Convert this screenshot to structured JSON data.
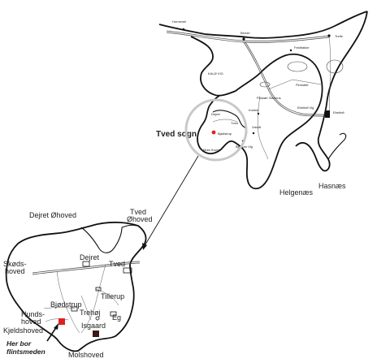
{
  "overview": {
    "places": {
      "hornsmel": "Hornsmel",
      "bende": "Bende",
      "trelle": "Trelle",
      "feldbakke": "Feldbakke",
      "kalo_vig": "KALØ VIG",
      "pinmolle": "Pinmølle",
      "poskaer_stenhus": "Poskær Stenhus",
      "knebel": "Knebel",
      "ebeltoft_vig": "Ebeltoft Vig",
      "ebeltoft": "Ebeltoft",
      "dejret": "Dejret",
      "tved": "Tved",
      "bjodstrup": "Bjødstrup",
      "mols_hoved": "Mols Hoved",
      "vistoft": "Vistoft",
      "bjerrum_vig": "Bjerrum Vig",
      "tved_sogn": "Tved sogn",
      "hasnaes": "Hasnæs",
      "helgenaes": "Helgenæs"
    }
  },
  "detail": {
    "places": {
      "dejret_oehoved": "Dejret Øhoved",
      "tved_oehoved_1": "Tved",
      "tved_oehoved_2": "Øhoved",
      "dejret": "Dejret",
      "tved": "Tved",
      "skods_1": "Skøds-",
      "skods_2": "hoved",
      "tillerup": "Tillerup",
      "bjodstrup": "Bjødstrup",
      "trehoj": "Trehøj",
      "eg": "Eg",
      "hunds_1": "Hunds-",
      "hunds_2": "hoved",
      "kjeldshoved": "Kjeldshoved",
      "isgaard": "Isgaard",
      "molshoved": "Molshoved"
    },
    "note_line1": "Her bor",
    "note_line2": "flintsmeden"
  },
  "colors": {
    "marker_red": "#e02020",
    "marker_dark": "#3a1a1a",
    "callout_circle": "#c8c8c8"
  }
}
